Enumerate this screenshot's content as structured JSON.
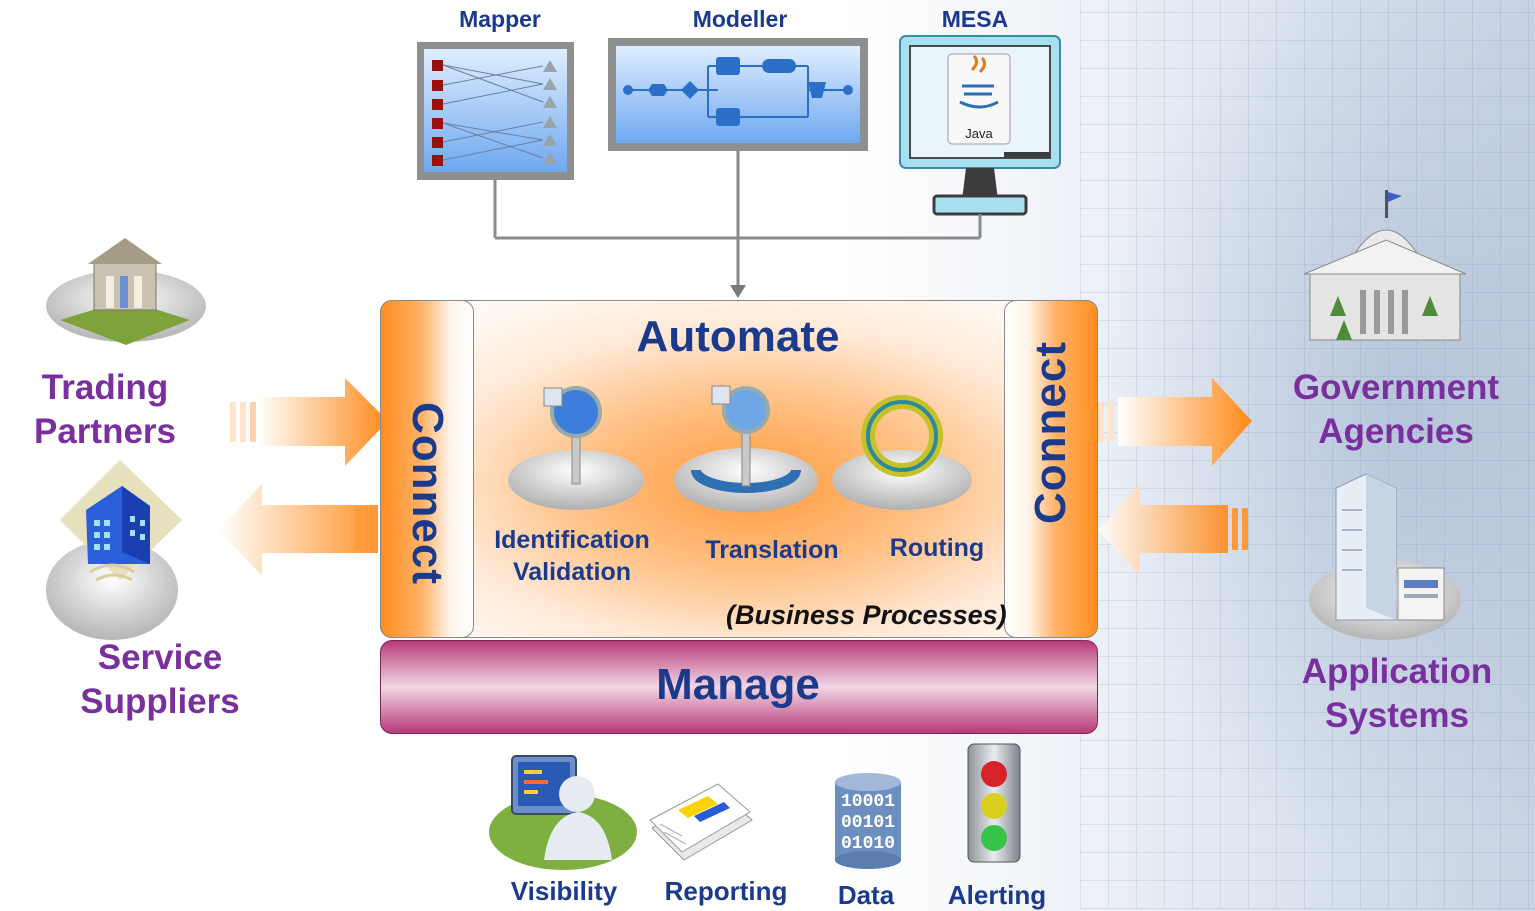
{
  "tools": {
    "mapper": "Mapper",
    "modeller": "Modeller",
    "mesa": "MESA",
    "java": "Java"
  },
  "center": {
    "automate": "Automate",
    "connect_left": "Connect",
    "connect_right": "Connect",
    "business_processes": "(Business Processes)",
    "manage": "Manage"
  },
  "steps": {
    "identification_line1": "Identification",
    "identification_line2": "Validation",
    "translation": "Translation",
    "routing": "Routing"
  },
  "left": {
    "trading_line1": "Trading",
    "trading_line2": "Partners",
    "service_line1": "Service",
    "service_line2": "Suppliers"
  },
  "right": {
    "gov_line1": "Government",
    "gov_line2": "Agencies",
    "app_line1": "Application",
    "app_line2": "Systems"
  },
  "bottom": {
    "visibility": "Visibility",
    "reporting": "Reporting",
    "data": "Data",
    "alerting": "Alerting",
    "binary1": "10001",
    "binary2": "00101",
    "binary3": "01010"
  },
  "colors": {
    "label_blue": "#1b3a8c",
    "label_purple": "#7a2f9e",
    "orange": "#ff8d1e",
    "manage": "#b73b78"
  }
}
